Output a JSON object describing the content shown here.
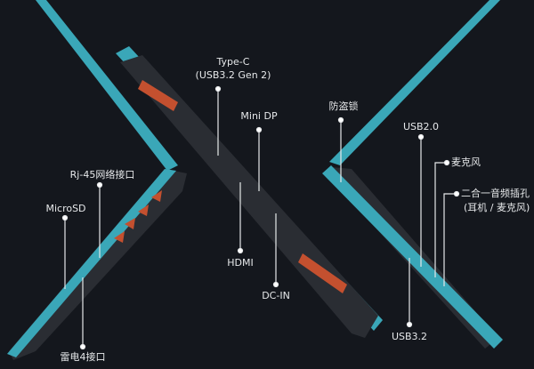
{
  "colors": {
    "background": "#14171d",
    "accent": "#3aa7b8",
    "vent": "#c4502f",
    "chassis": "#2a2d33"
  },
  "labels": {
    "type_c": "Type-C",
    "type_c_sub": "(USB3.2 Gen 2)",
    "mini_dp": "Mini DP",
    "hdmi": "HDMI",
    "dc_in": "DC-IN",
    "lock": "防盗锁",
    "usb20": "USB2.0",
    "mic": "麦克风",
    "audio": "二合一音频插孔",
    "audio_sub": "(耳机 / 麦克风)",
    "usb32": "USB3.2",
    "rj45": "Rj-45网络接口",
    "microsd": "MicroSD",
    "tb4": "雷电4接口"
  }
}
